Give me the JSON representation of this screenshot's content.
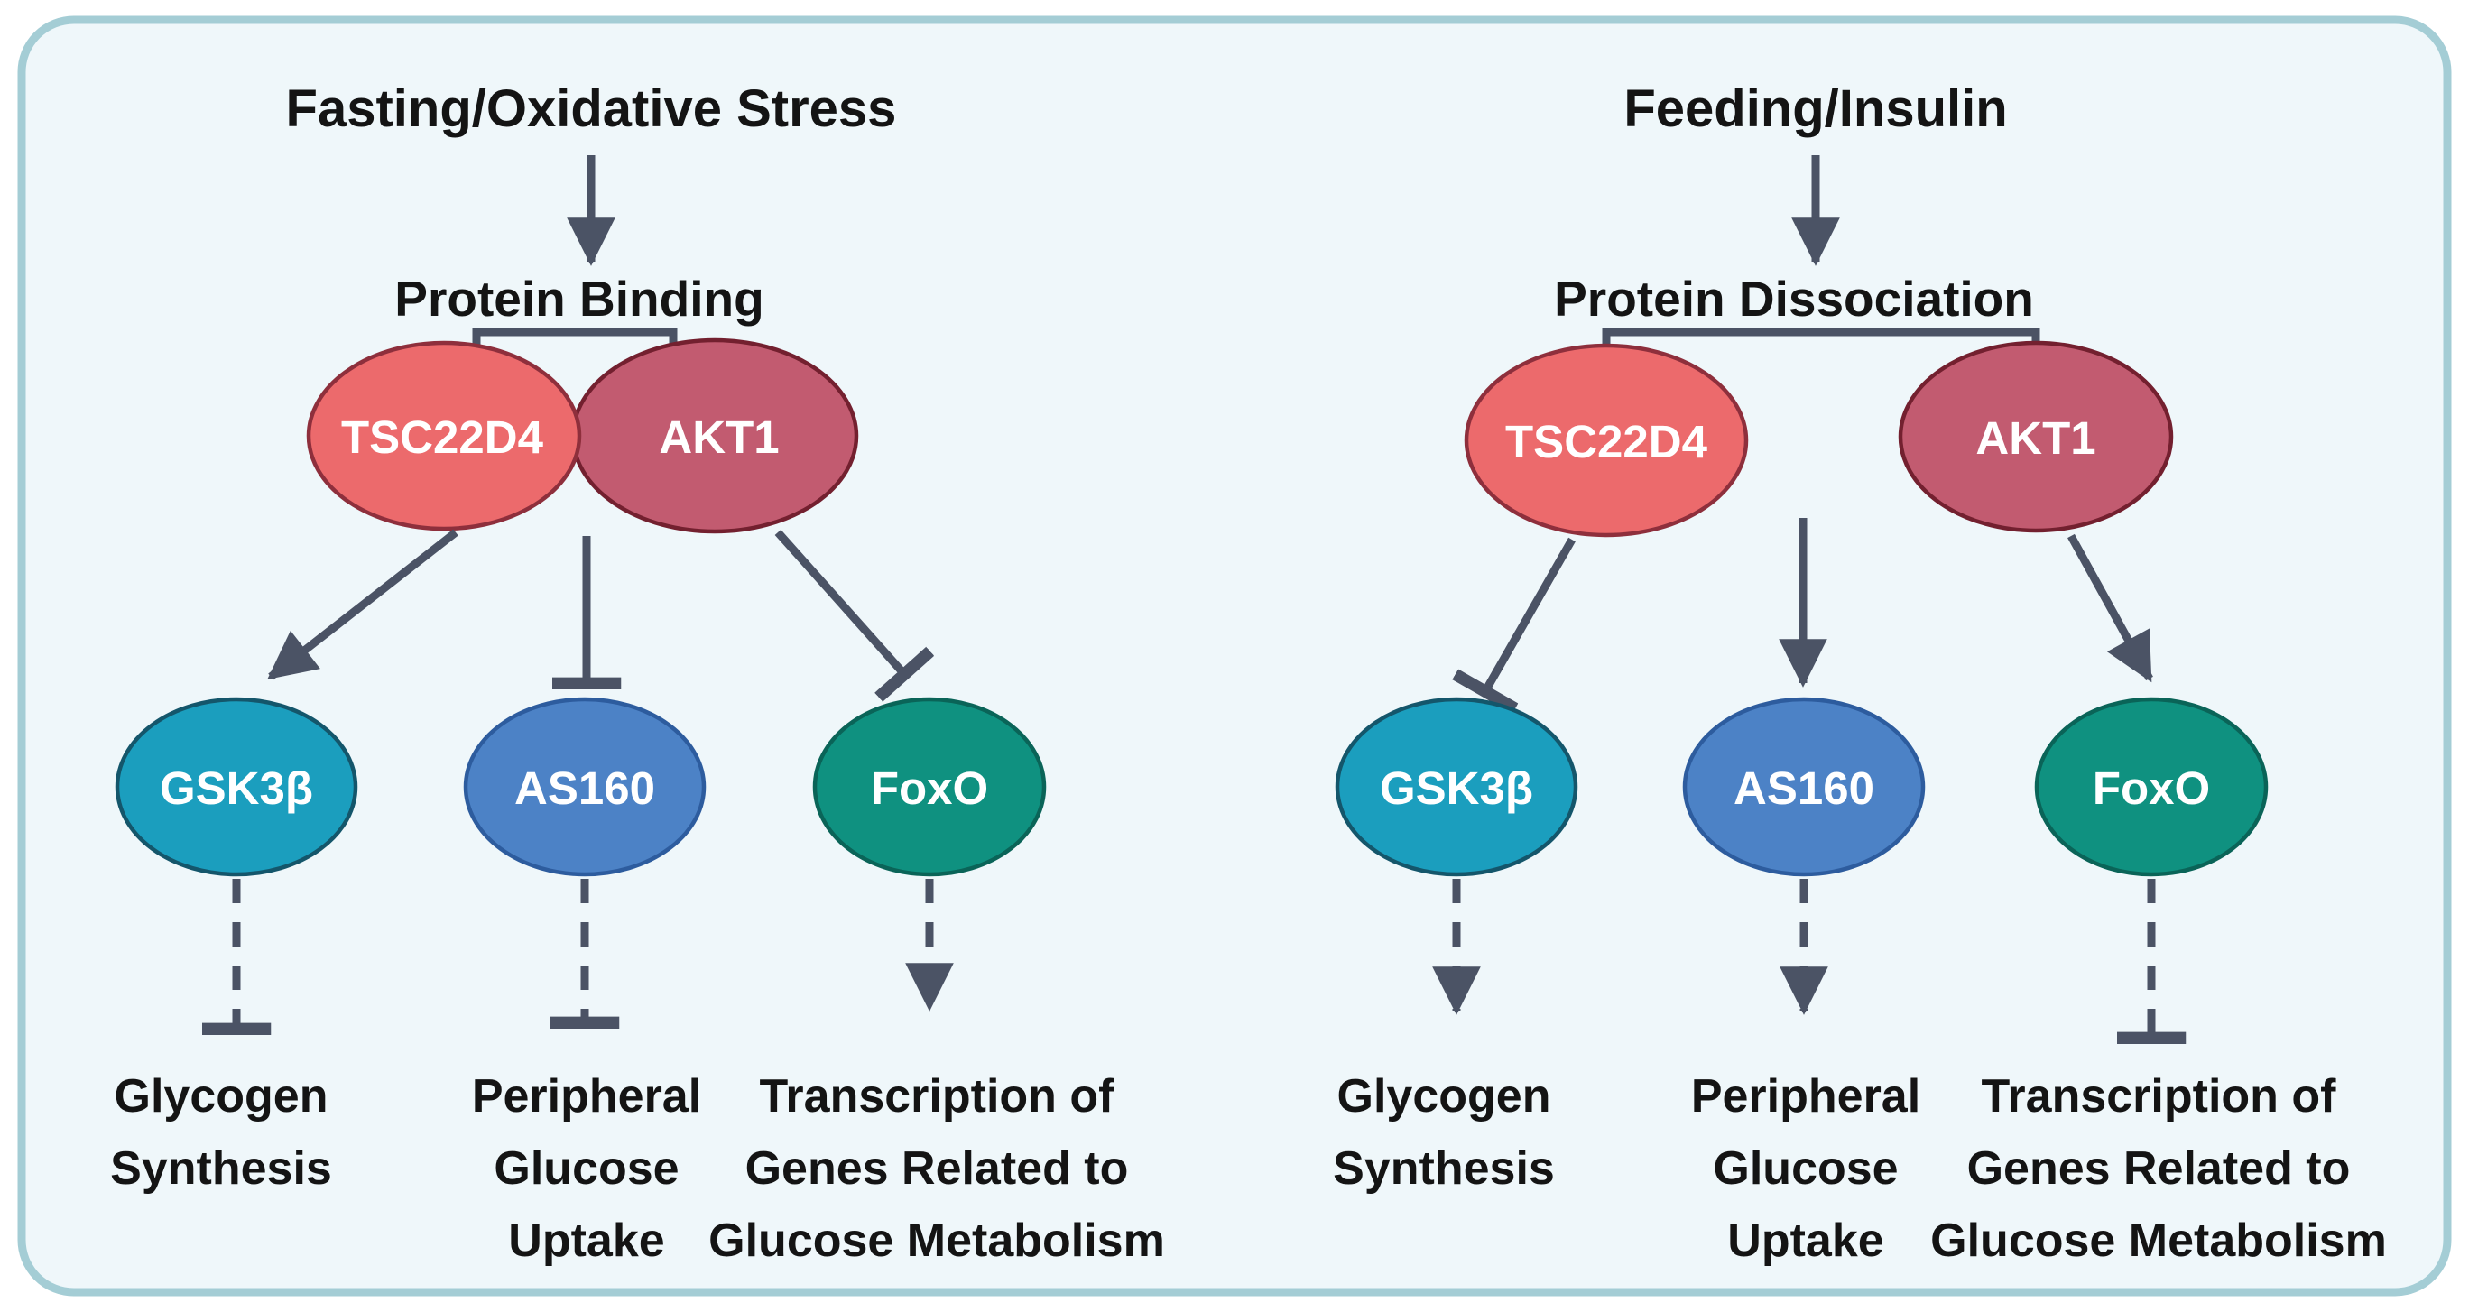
{
  "figure": {
    "description": "Signaling diagram of TSC22D4-AKT1 complex regulation of glucose metabolism under fasting versus feeding conditions"
  },
  "left": {
    "title": "Fasting/Oxidative Stress",
    "process": "Protein Binding",
    "nodes": {
      "tsc22d4": "TSC22D4",
      "akt1": "AKT1",
      "gsk3b": "GSK3β",
      "as160": "AS160",
      "foxo": "FoxO"
    },
    "outcomes": {
      "glycogen": [
        "Glycogen",
        "Synthesis"
      ],
      "glucose": [
        "Peripheral",
        "Glucose",
        "Uptake"
      ],
      "transcription": [
        "Transcription of",
        "Genes Related to",
        "Glucose Metabolism"
      ]
    }
  },
  "right": {
    "title": "Feeding/Insulin",
    "process": "Protein Dissociation",
    "nodes": {
      "tsc22d4": "TSC22D4",
      "akt1": "AKT1",
      "gsk3b": "GSK3β",
      "as160": "AS160",
      "foxo": "FoxO"
    },
    "outcomes": {
      "glycogen": [
        "Glycogen",
        "Synthesis"
      ],
      "glucose": [
        "Peripheral",
        "Glucose",
        "Uptake"
      ],
      "transcription": [
        "Transcription of",
        "Genes Related to",
        "Glucose Metabolism"
      ]
    }
  },
  "relationships": {
    "left": [
      {
        "from": "Fasting/Oxidative Stress",
        "to": "Protein Binding",
        "type": "leads-to"
      },
      {
        "from": "TSC22D4-AKT1 complex",
        "to": "GSK3β",
        "type": "activates",
        "style": "solid"
      },
      {
        "from": "TSC22D4-AKT1 complex",
        "to": "AS160",
        "type": "inhibits",
        "style": "solid"
      },
      {
        "from": "TSC22D4-AKT1 complex",
        "to": "FoxO",
        "type": "inhibits",
        "style": "solid"
      },
      {
        "from": "GSK3β",
        "to": "Glycogen Synthesis",
        "type": "inhibits",
        "style": "dashed"
      },
      {
        "from": "AS160",
        "to": "Peripheral Glucose Uptake",
        "type": "inhibits",
        "style": "dashed"
      },
      {
        "from": "FoxO",
        "to": "Transcription of Genes Related to Glucose Metabolism",
        "type": "activates",
        "style": "dashed"
      }
    ],
    "right": [
      {
        "from": "Feeding/Insulin",
        "to": "Protein Dissociation",
        "type": "leads-to"
      },
      {
        "from": "TSC22D4",
        "to": "GSK3β",
        "type": "inhibits",
        "style": "solid"
      },
      {
        "from": "TSC22D4",
        "to": "AS160",
        "type": "activates",
        "style": "solid"
      },
      {
        "from": "AKT1",
        "to": "FoxO",
        "type": "activates",
        "style": "solid"
      },
      {
        "from": "GSK3β",
        "to": "Glycogen Synthesis",
        "type": "activates",
        "style": "dashed"
      },
      {
        "from": "AS160",
        "to": "Peripheral Glucose Uptake",
        "type": "activates",
        "style": "dashed"
      },
      {
        "from": "FoxO",
        "to": "Transcription of Genes Related to Glucose Metabolism",
        "type": "inhibits",
        "style": "dashed"
      }
    ]
  },
  "colors": {
    "page_background": "#ffffff",
    "panel_background": "#eff7fa",
    "panel_border": "#a4cdd5",
    "line": "#4b5365",
    "text": "#141414",
    "node_label_text": "#ffffff",
    "node_tsc22d4": "#ec6a6c",
    "node_tsc22d4_border": "#8e2f3c",
    "node_akt1": "#c25b70",
    "node_akt1_border": "#73202f",
    "node_gsk3b": "#1b9ebe",
    "node_gsk3b_border": "#14566b",
    "node_as160": "#4c82c6",
    "node_as160_border": "#2d5c9e",
    "node_foxo": "#0f9180",
    "node_foxo_border": "#0a6458"
  }
}
